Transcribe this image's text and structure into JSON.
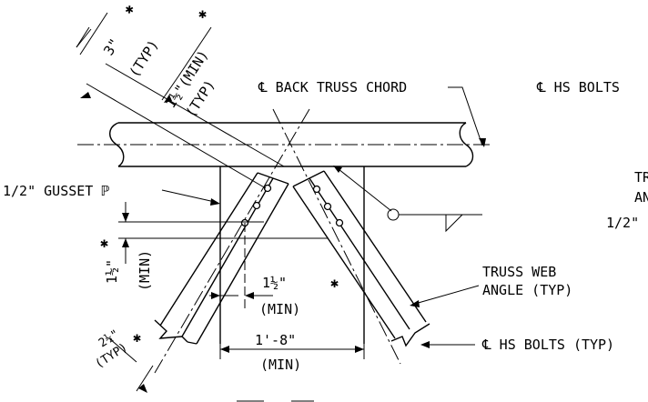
{
  "labels": {
    "cl_back_chord": "℄ BACK TRUSS CHORD",
    "cl_hs_bolts_top": "℄ HS BOLTS",
    "gusset_plate": "1/2\" GUSSET ℙ",
    "dim_3_typ": "3\"",
    "dim_3_typ_note": "(TYP)",
    "dim_1half_min": "1½\"(MIN)",
    "dim_1half_min_typ": "(TYP)",
    "dim_1half_vert": "1½\"",
    "dim_1half_vert_min": "(MIN)",
    "dim_1half_horiz": "1½\"",
    "dim_1half_horiz_min": "(MIN)",
    "dim_2quarter": "2¼\"",
    "dim_2quarter_typ": "(TYP)",
    "dim_1_8": "1'-8\"",
    "dim_1_8_min": "(MIN)",
    "truss_web_angle_1": "TRUSS WEB",
    "truss_web_angle_2": "ANGLE (TYP)",
    "cl_hs_bolts_typ": "℄ HS BOLTS (TYP)",
    "cut_tr": "TR",
    "cut_an": "AN",
    "cut_half": "1/2\"",
    "asterisk": "✱"
  }
}
